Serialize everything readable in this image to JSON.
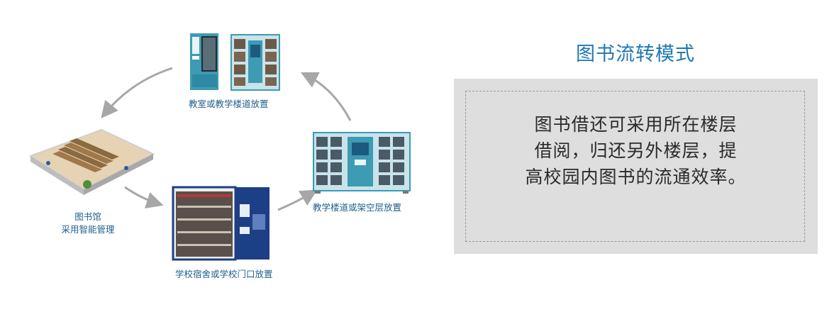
{
  "nodes": {
    "classroom": {
      "label": "教室或教学楼道放置"
    },
    "corridor": {
      "label": "教学楼道或架空层放置"
    },
    "dorm": {
      "label": "学校宿舍或学校门口放置"
    },
    "library": {
      "label_line1": "图书馆",
      "label_line2": "采用智能管理"
    }
  },
  "panel": {
    "title": "图书流转模式",
    "lines": [
      "图书借还可采用所在楼层",
      "借阅，归还另外楼层，提",
      "高校园内图书的流通效率。"
    ]
  },
  "colors": {
    "title": "#2077b3",
    "caption": "#1f5f8f",
    "panel_bg": "#dedede",
    "arrow": "#a7a7a7",
    "cabinet_teal": "#3d9bb3",
    "cabinet_frame": "#c8e3ea",
    "kiosk_blue": "#1d3f86"
  }
}
